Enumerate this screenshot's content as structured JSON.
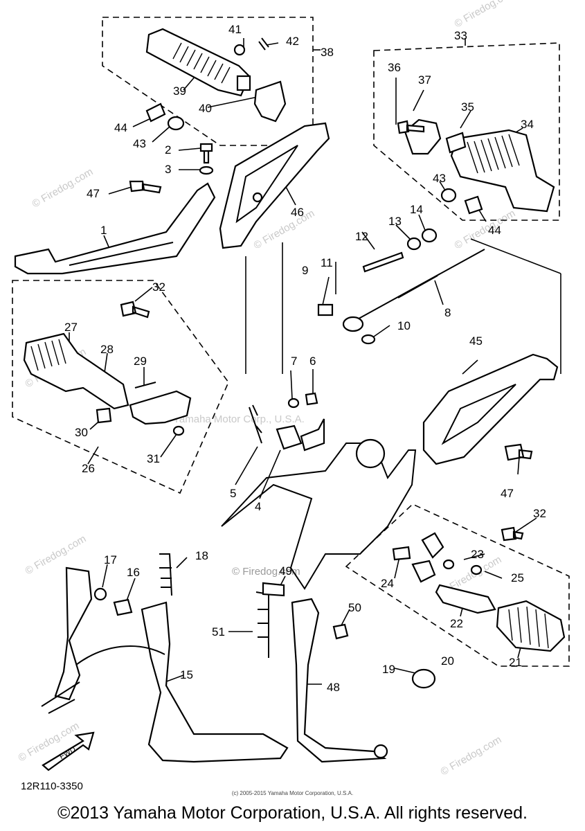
{
  "diagram": {
    "part_labels": [
      "1",
      "2",
      "3",
      "4",
      "5",
      "6",
      "7",
      "8",
      "9",
      "10",
      "11",
      "12",
      "13",
      "14",
      "15",
      "16",
      "17",
      "18",
      "19",
      "20",
      "21",
      "22",
      "23",
      "24",
      "25",
      "26",
      "27",
      "28",
      "29",
      "30",
      "31",
      "32",
      "32",
      "33",
      "34",
      "35",
      "36",
      "37",
      "38",
      "39",
      "40",
      "41",
      "42",
      "43",
      "43",
      "44",
      "44",
      "45",
      "46",
      "47",
      "47",
      "48",
      "49",
      "50",
      "51"
    ],
    "fwd_label": "FWD",
    "diagram_code": "12R110-3350",
    "small_copyright": "(c) 2005-2015 Yamaha Motor Corporation, U.S.A.",
    "watermark_site": "© Firedog.com",
    "watermark_center": "Yamaha Motor Corp., U.S.A.",
    "copyright": "©2013 Yamaha Motor Corporation, U.S.A. All rights reserved."
  }
}
